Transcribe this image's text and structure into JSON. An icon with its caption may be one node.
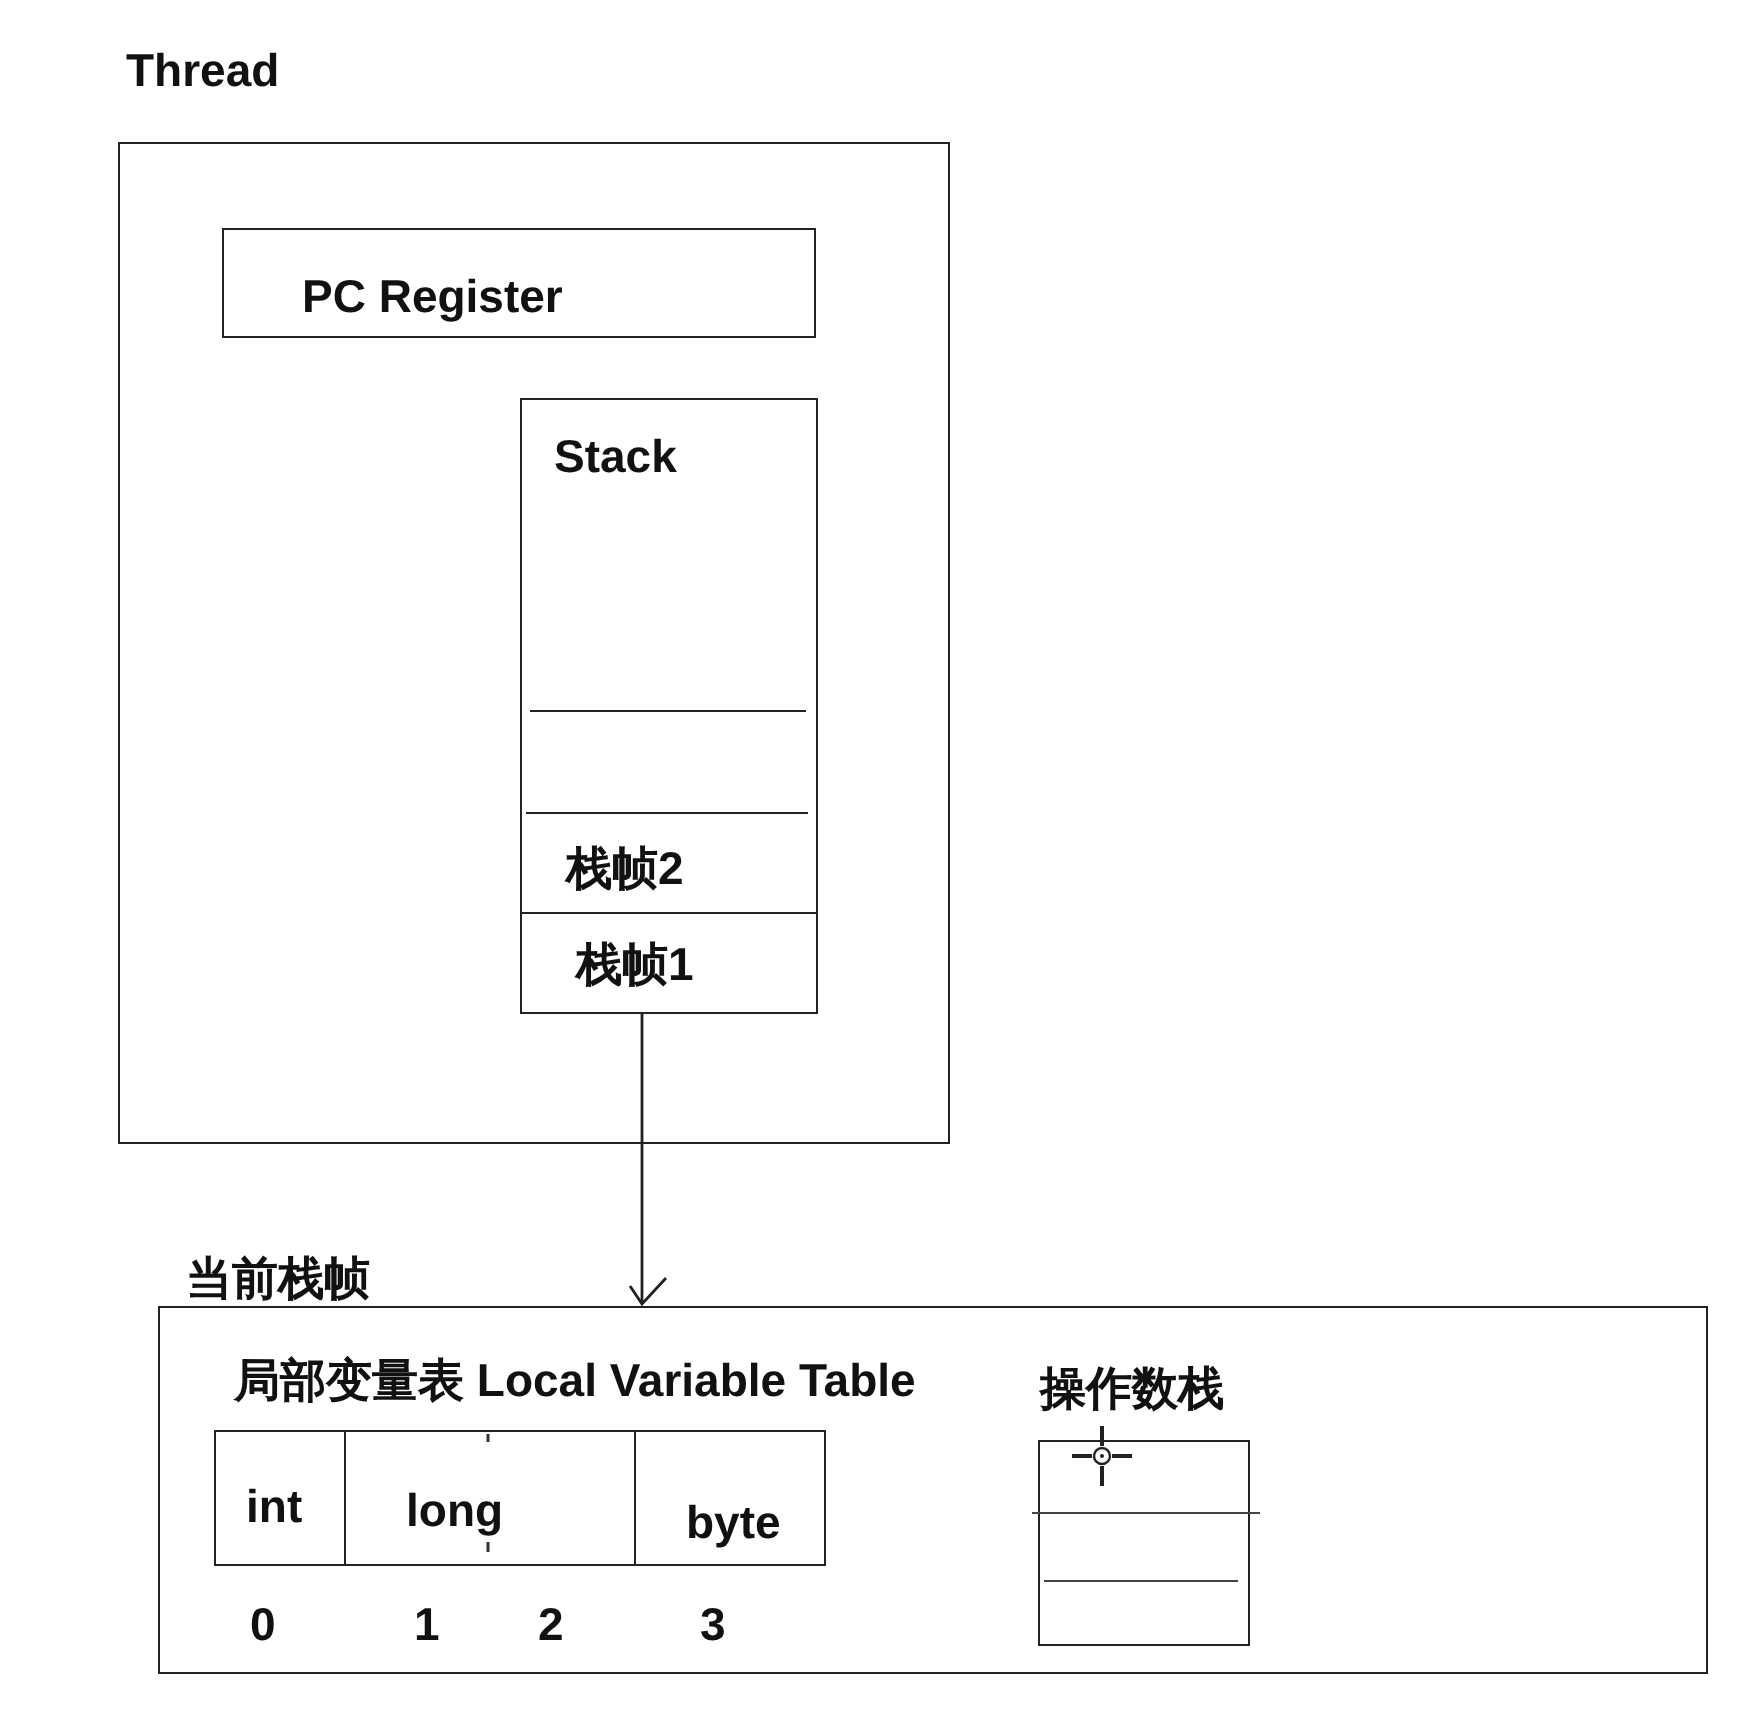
{
  "diagram": {
    "nodes": [
      {
        "text": [
          "Thread"
        ]
      },
      {
        "text": [
          "PC Register"
        ],
        "in": 0
      },
      {
        "text": [
          "Stack"
        ],
        "in": 0
      },
      {
        "text": [
          "栈帧2"
        ],
        "in": 2
      },
      {
        "text": [
          "栈帧1"
        ],
        "in": 2
      },
      {
        "text": [
          "当前栈帧"
        ]
      },
      {
        "text": [
          "局部变量表 Local Variable Table"
        ],
        "in": 5
      },
      {
        "text": [
          "int"
        ],
        "in": 6
      },
      {
        "text": [
          "long"
        ],
        "in": 6
      },
      {
        "text": [
          "byte"
        ],
        "in": 6
      },
      {
        "text": [
          "操作数栈"
        ],
        "in": 5
      }
    ],
    "edges": [
      {
        "from": 4,
        "to": 5,
        "arrow": "to"
      }
    ],
    "labels": [
      "0",
      "1",
      "2",
      "3"
    ]
  }
}
